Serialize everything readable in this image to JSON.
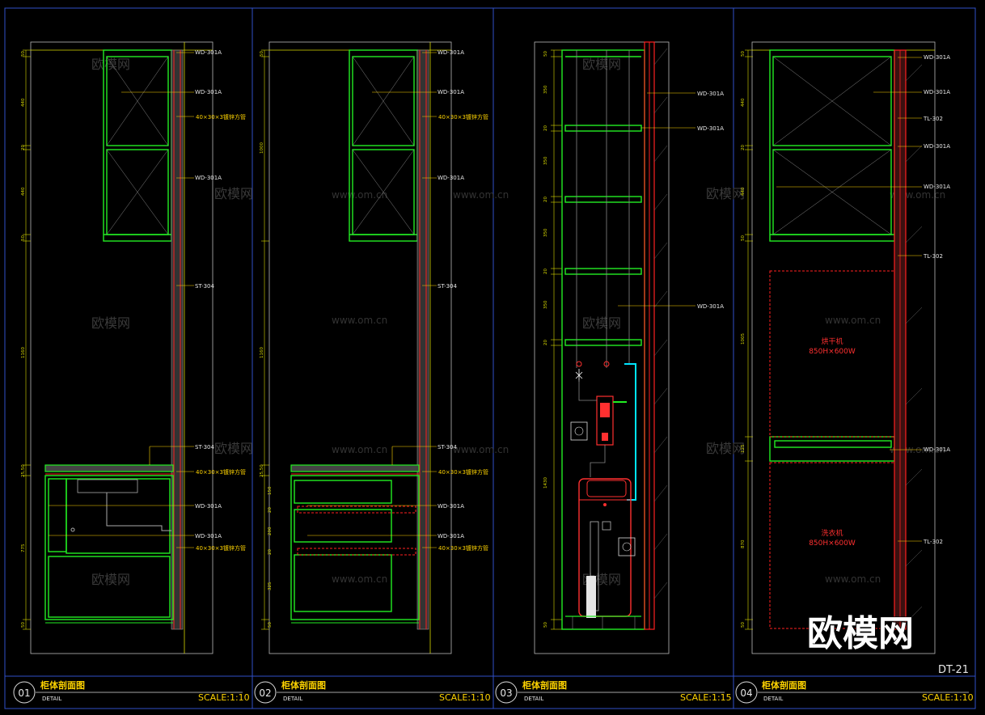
{
  "drawing_code": "DT-21",
  "watermark": {
    "brand": "欧模网",
    "url": "www.om.cn"
  },
  "panels": [
    {
      "number": "01",
      "title": "柜体剖面图",
      "subtitle": "DETAIL",
      "scale": "SCALE:1:10",
      "dims": [
        "50",
        "440",
        "20",
        "440",
        "50",
        "1160",
        "25,50",
        "775",
        "50"
      ],
      "tags": [
        "WD-301A",
        "WD-301A",
        "WD-301A",
        "ST-304",
        "ST-304",
        "WD-301A",
        "WD-301A"
      ],
      "notes": [
        "40×30×3镀锌方管",
        "40×30×3镀锌方管",
        "40×30×3镀锌方管"
      ]
    },
    {
      "number": "02",
      "title": "柜体剖面图",
      "subtitle": "DETAIL",
      "scale": "SCALE:1:10",
      "dims": [
        "50",
        "1000",
        "1160",
        "25,50",
        "150",
        "20",
        "200",
        "20",
        "325",
        "50"
      ],
      "tags": [
        "WD-301A",
        "WD-301A",
        "WD-301A",
        "ST-304",
        "ST-304",
        "WD-301A",
        "WD-301A"
      ],
      "notes": [
        "40×30×3镀锌方管",
        "40×30×3镀锌方管",
        "40×30×3镀锌方管"
      ]
    },
    {
      "number": "03",
      "title": "柜体剖面图",
      "subtitle": "DETAIL",
      "scale": "SCALE:1:15",
      "dims": [
        "50",
        "350",
        "20",
        "350",
        "20",
        "350",
        "20",
        "350",
        "20",
        "1430",
        "50"
      ],
      "tags": [
        "WD-301A",
        "WD-301A",
        "WD-301A"
      ],
      "notes": []
    },
    {
      "number": "04",
      "title": "柜体剖面图",
      "subtitle": "DETAIL",
      "scale": "SCALE:1:10",
      "dims": [
        "50",
        "440",
        "20",
        "440",
        "50",
        "1005",
        "125",
        "870",
        "50"
      ],
      "tags": [
        "WD-301A",
        "WD-301A",
        "TL-302",
        "WD-301A",
        "WD-301A",
        "TL-302",
        "WD-301A",
        "TL-302"
      ],
      "notes": [],
      "appliances": [
        {
          "name": "烘干机",
          "size": "850H×600W"
        },
        {
          "name": "洗衣机",
          "size": "850H×600W"
        }
      ]
    }
  ]
}
